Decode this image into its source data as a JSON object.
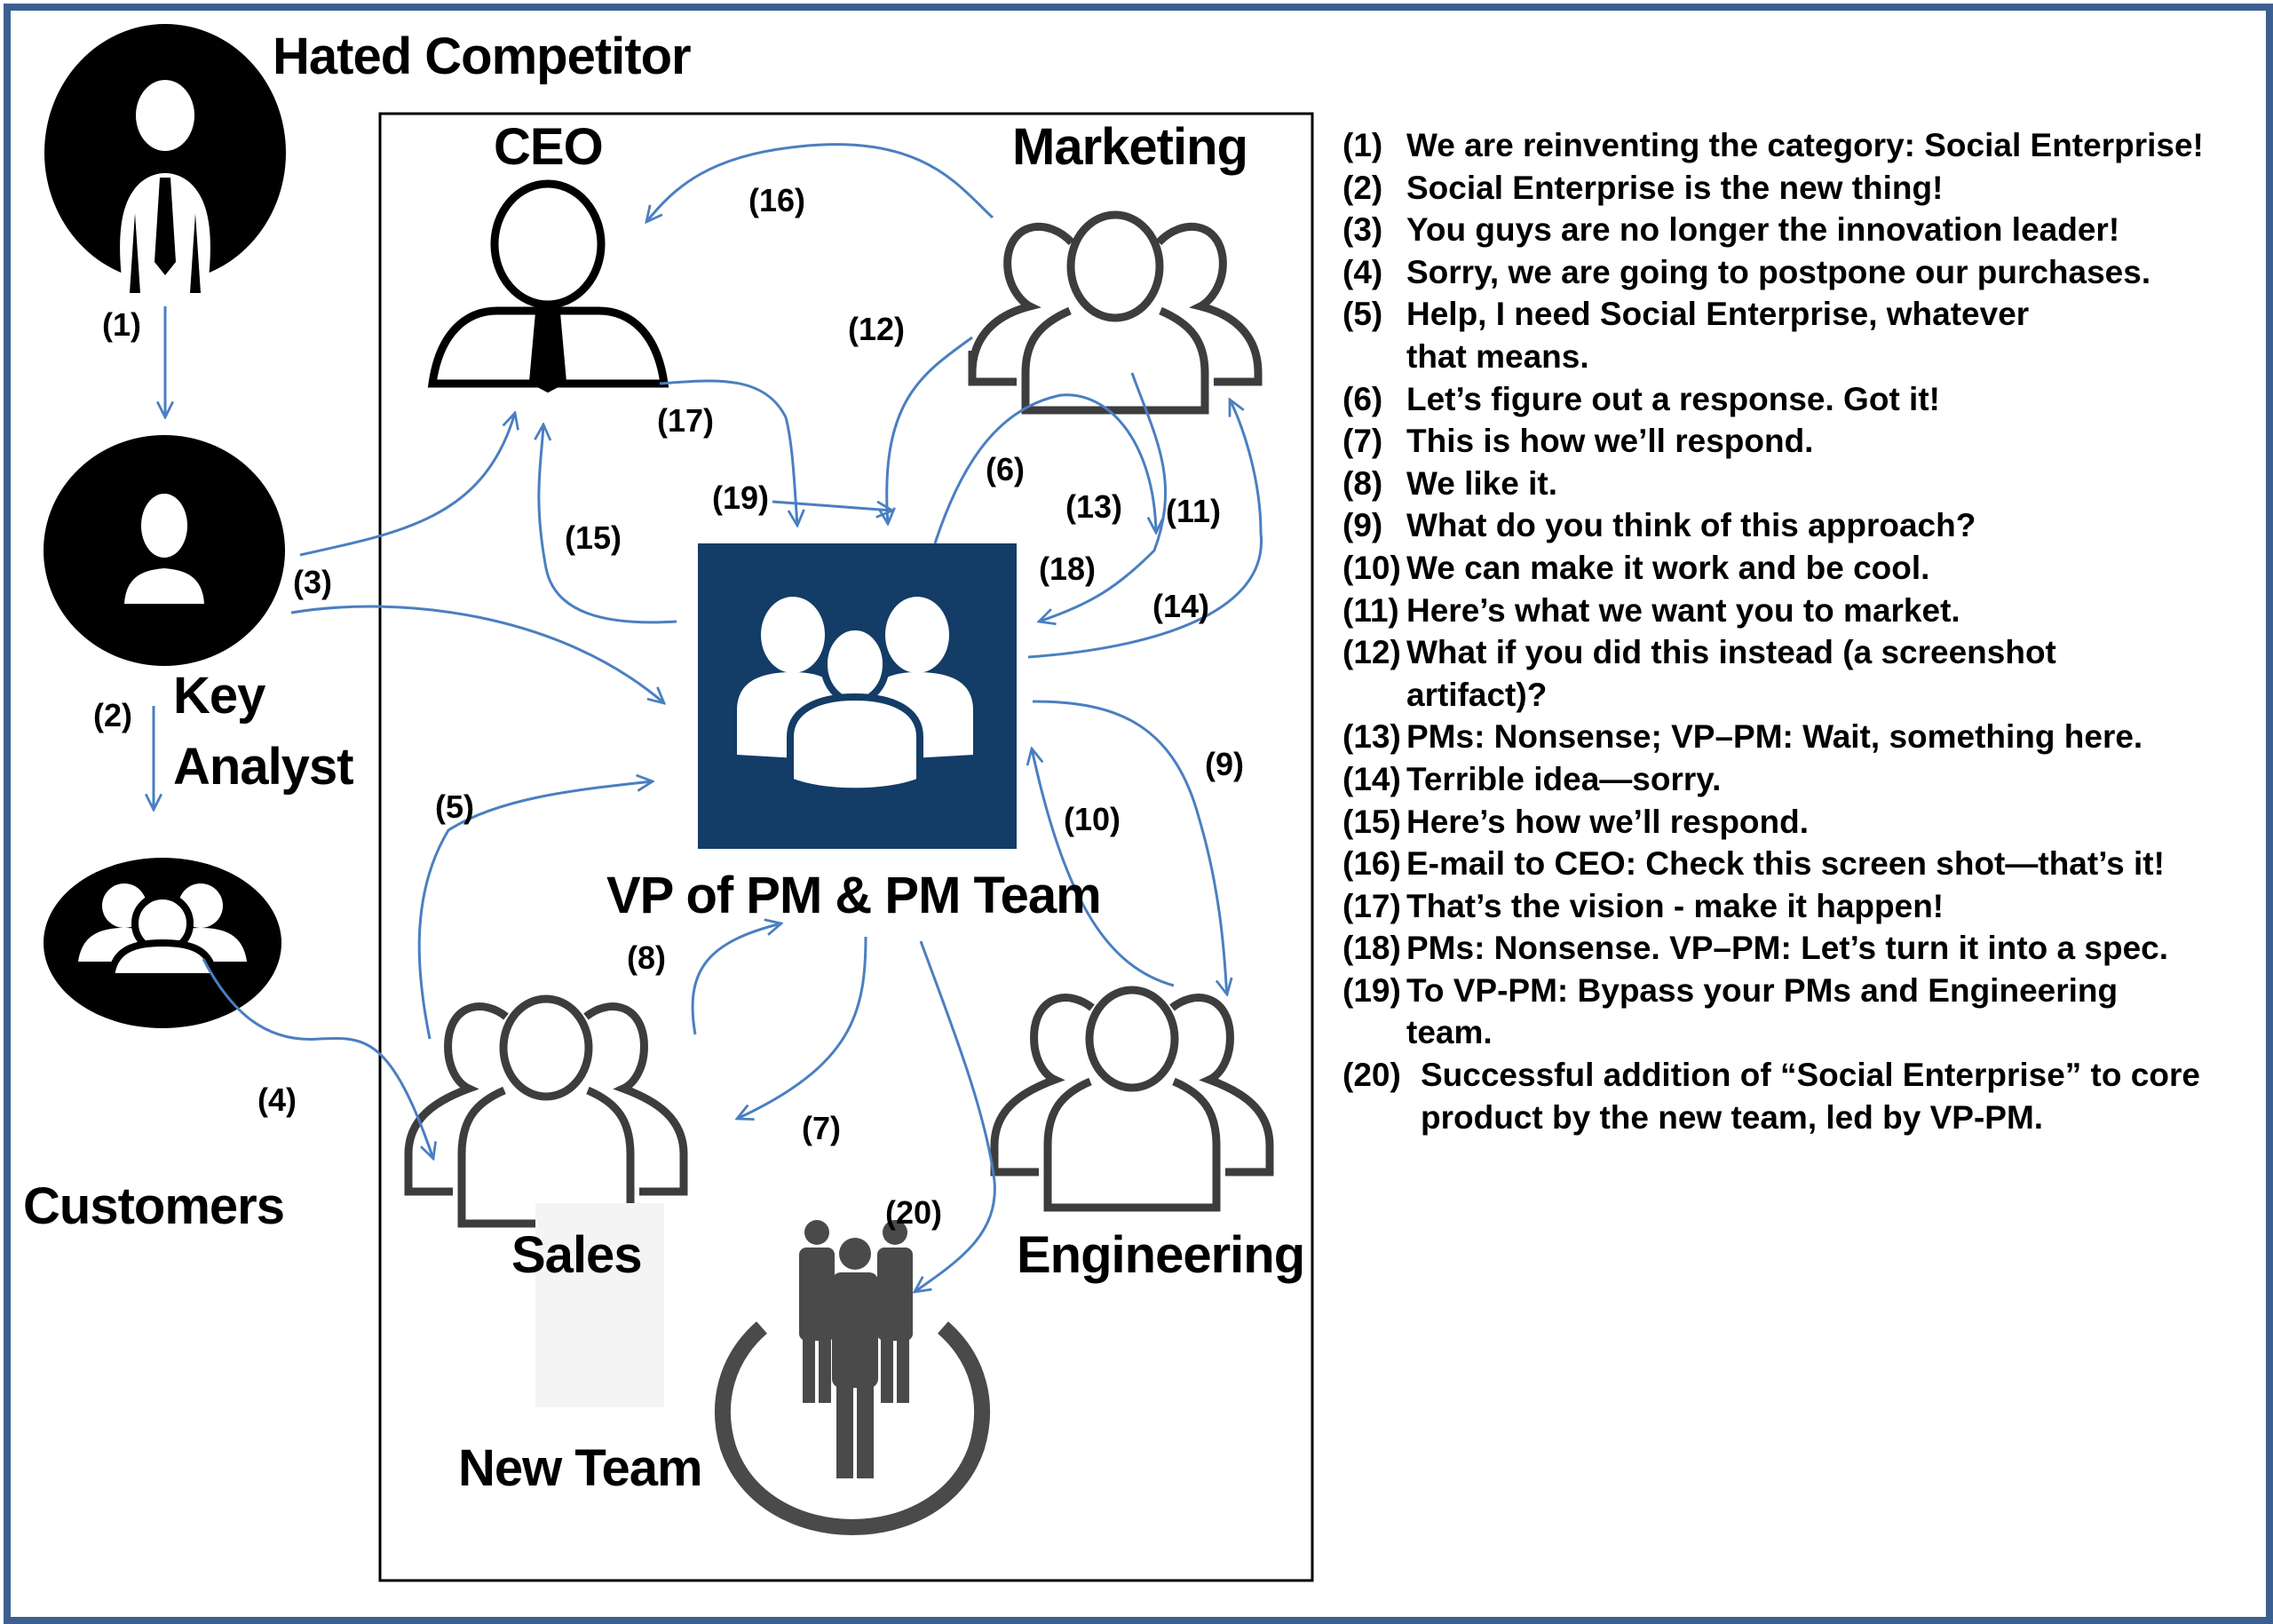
{
  "actors": {
    "hated_competitor": "Hated Competitor",
    "key_analyst_line1": "Key",
    "key_analyst_line2": "Analyst",
    "customers": "Customers",
    "ceo": "CEO",
    "marketing": "Marketing",
    "vp_pm": "VP of PM & PM Team",
    "sales": "Sales",
    "engineering": "Engineering",
    "new_team": "New Team"
  },
  "step_labels": [
    "(1)",
    "(2)",
    "(3)",
    "(4)",
    "(5)",
    "(6)",
    "(7)",
    "(8)",
    "(9)",
    "(10)",
    "(11)",
    "(12)",
    "(13)",
    "(14)",
    "(15)",
    "(16)",
    "(17)",
    "(18)",
    "(19)",
    "(20)"
  ],
  "legend": [
    {
      "num": "(1)",
      "text": "We are reinventing the category: Social Enterprise!"
    },
    {
      "num": "(2)",
      "text": "Social Enterprise is the new thing!"
    },
    {
      "num": "(3)",
      "text": "You guys are no longer the innovation leader!"
    },
    {
      "num": "(4)",
      "text": "Sorry, we are going to postpone our purchases."
    },
    {
      "num": "(5)",
      "text": "Help, I need Social Enterprise, whatever that means."
    },
    {
      "num": "(6)",
      "text": "Let’s figure out a response. Got it!"
    },
    {
      "num": "(7)",
      "text": "This is how we’ll respond."
    },
    {
      "num": "(8)",
      "text": "We like it."
    },
    {
      "num": "(9)",
      "text": "What do you think of this approach?"
    },
    {
      "num": "(10)",
      "text": "We can make it work and be cool."
    },
    {
      "num": "(11)",
      "text": "Here’s what we want you to market."
    },
    {
      "num": "(12)",
      "text": "What if you did this instead (a screenshot artifact)?"
    },
    {
      "num": "(13)",
      "text": "PMs: Nonsense; VP–PM: Wait, something here."
    },
    {
      "num": "(14)",
      "text": "Terrible idea—sorry."
    },
    {
      "num": "(15)",
      "text": "Here’s how we’ll respond."
    },
    {
      "num": "(16)",
      "text": "E-mail to CEO: Check this screen shot—that’s it!"
    },
    {
      "num": "(17)",
      "text": "That’s the vision - make it happen!"
    },
    {
      "num": "(18)",
      "text": "PMs: Nonsense. VP–PM: Let’s turn it into a spec."
    },
    {
      "num": "(19)",
      "text": "To VP-PM: Bypass your PMs and Engineering team."
    },
    {
      "num": "(20)",
      "text": "Successful addition of “Social Enterprise” to core product  by the new team, led by VP-PM."
    }
  ],
  "colors": {
    "frame": "#3b6090",
    "arrow": "#4a7fc1",
    "vp_box": "#133c66",
    "icon_gray": "#3d3d3d"
  }
}
